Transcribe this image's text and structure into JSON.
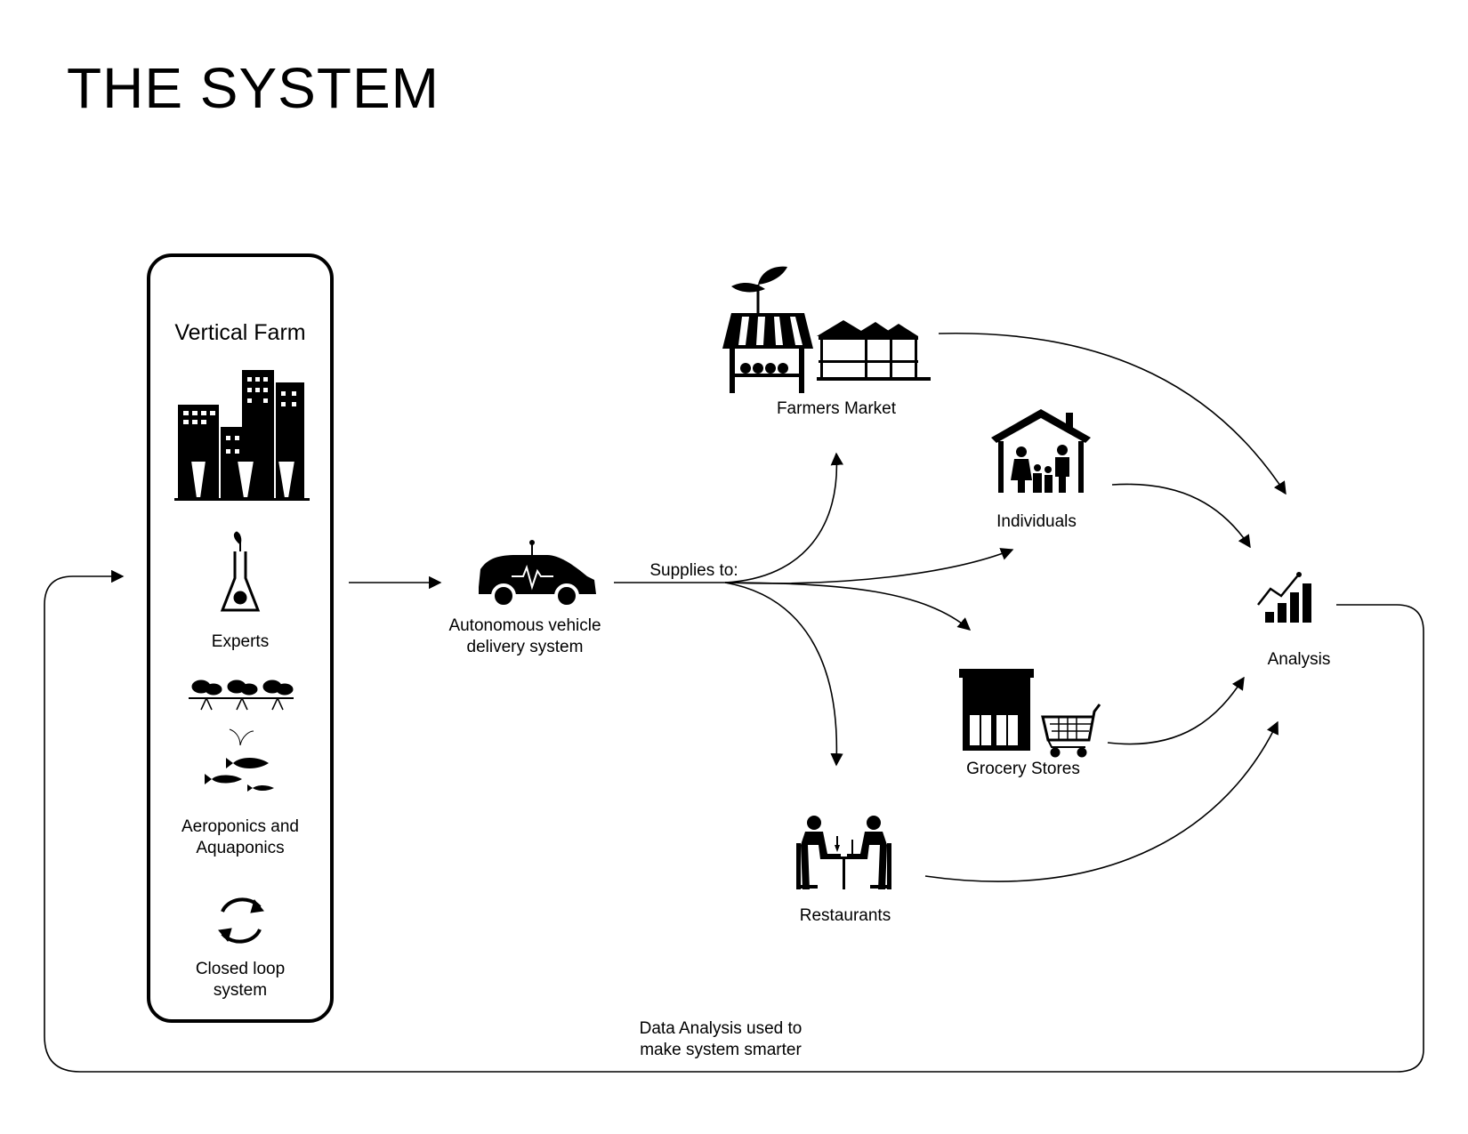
{
  "title": "THE SYSTEM",
  "farm": {
    "heading": "Vertical Farm",
    "experts": "Experts",
    "aero_line1": "Aeroponics and",
    "aero_line2": "Aquaponics",
    "loop_line1": "Closed loop",
    "loop_line2": "system"
  },
  "vehicle": {
    "line1": "Autonomous vehicle",
    "line2": "delivery system"
  },
  "supplies_label": "Supplies to:",
  "destinations": {
    "farmers_market": "Farmers Market",
    "individuals": "Individuals",
    "grocery": "Grocery Stores",
    "restaurants": "Restaurants"
  },
  "analysis": "Analysis",
  "feedback": {
    "line1": "Data Analysis used to",
    "line2": "make system smarter"
  },
  "colors": {
    "ink": "#000000",
    "background": "#ffffff"
  },
  "icons": [
    "city-carrot-icon",
    "flask-sprout-icon",
    "aeroponics-plants-icon",
    "fish-icon",
    "cycle-arrows-icon",
    "autonomous-car-icon",
    "market-stall-icon",
    "house-family-icon",
    "grocery-store-icon",
    "cart-icon",
    "restaurant-diners-icon",
    "analysis-chart-icon"
  ]
}
